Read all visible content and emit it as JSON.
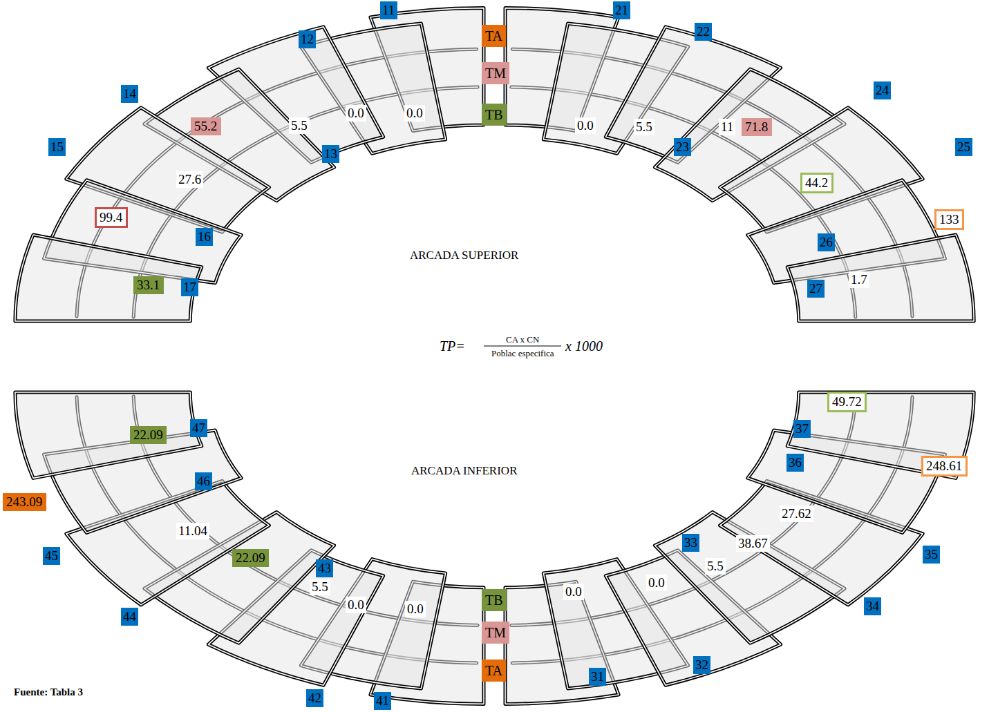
{
  "diagram": {
    "caption": "Fuente: Tabla 3",
    "nodes": [
      {
        "text": [
          "11"
        ]
      },
      {
        "text": [
          "12"
        ]
      },
      {
        "text": [
          "14"
        ]
      },
      {
        "text": [
          "13"
        ]
      },
      {
        "text": [
          "15"
        ]
      },
      {
        "text": [
          "16"
        ]
      },
      {
        "text": [
          "17"
        ]
      },
      {
        "text": [
          "21"
        ]
      },
      {
        "text": [
          "22"
        ]
      },
      {
        "text": [
          "24"
        ]
      },
      {
        "text": [
          "23"
        ]
      },
      {
        "text": [
          "25"
        ]
      },
      {
        "text": [
          "26"
        ]
      },
      {
        "text": [
          "27"
        ]
      },
      {
        "text": [
          "55.2"
        ]
      },
      {
        "text": [
          "99.4"
        ]
      },
      {
        "text": [
          "33.1"
        ]
      },
      {
        "text": [
          "71.8"
        ]
      },
      {
        "text": [
          "44.2"
        ]
      },
      {
        "text": [
          "133"
        ]
      },
      {
        "text": [
          "47"
        ]
      },
      {
        "text": [
          "46"
        ]
      },
      {
        "text": [
          "45"
        ]
      },
      {
        "text": [
          "43"
        ]
      },
      {
        "text": [
          "44"
        ]
      },
      {
        "text": [
          "42"
        ]
      },
      {
        "text": [
          "41"
        ]
      },
      {
        "text": [
          "37"
        ]
      },
      {
        "text": [
          "36"
        ]
      },
      {
        "text": [
          "33"
        ]
      },
      {
        "text": [
          "35"
        ]
      },
      {
        "text": [
          "34"
        ]
      },
      {
        "text": [
          "32"
        ]
      },
      {
        "text": [
          "31"
        ]
      },
      {
        "text": [
          "22.09"
        ]
      },
      {
        "text": [
          "243.09"
        ]
      },
      {
        "text": [
          "22.09"
        ]
      },
      {
        "text": [
          "49.72"
        ]
      },
      {
        "text": [
          "248.61"
        ]
      }
    ],
    "labels": [
      "5.5",
      "0.0",
      "0.0",
      "27.6",
      "0.0",
      "5.5",
      "11",
      "1.7",
      "ARCADA SUPERIOR",
      "TP=",
      "CA x CN",
      "Poblac especifica",
      "x 1000",
      "ARCADA INFERIOR",
      "27.62",
      "38.67",
      "5.5",
      "0.0",
      "0.0",
      "11.04",
      "5.5",
      "0.0",
      "0.0"
    ],
    "legend": [
      {
        "text": "TA",
        "color": "#e46c0a"
      },
      {
        "text": "TM",
        "color": "#d99694"
      },
      {
        "text": "TB",
        "color": "#77933c"
      },
      {
        "text": "TB",
        "color": "#77933c"
      },
      {
        "text": "TM",
        "color": "#d99694"
      },
      {
        "text": "TA",
        "color": "#e46c0a"
      }
    ]
  }
}
